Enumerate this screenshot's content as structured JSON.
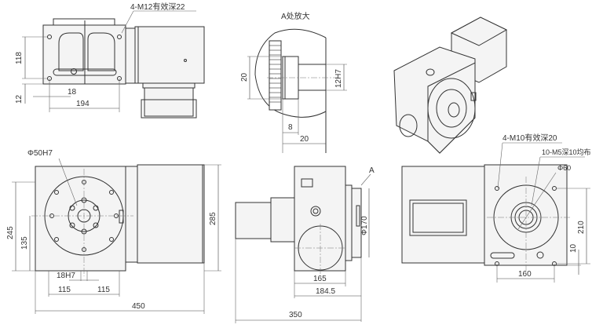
{
  "top_view": {
    "thread_note": "4-M12有效深22",
    "dim_118": "118",
    "dim_12": "12",
    "dim_18": "18",
    "dim_194": "194"
  },
  "detail_a": {
    "title": "A处放大",
    "dim_20_v": "20",
    "dim_12h7": "12H7",
    "dim_8": "8",
    "dim_20_h": "20"
  },
  "front_view": {
    "dim_50h7": "Φ50H7",
    "dim_245": "245",
    "dim_135": "135",
    "dim_285": "285",
    "dim_18h7": "18H7",
    "dim_115_l": "115",
    "dim_115_r": "115",
    "dim_450": "450"
  },
  "side_view": {
    "marker_a": "A",
    "dim_170": "Φ170",
    "dim_165": "165",
    "dim_184_5": "184.5",
    "dim_350": "350"
  },
  "right_view": {
    "thread_note": "4-M10有效深20",
    "hole_note": "10-M5深10均布",
    "dim_60": "Φ60",
    "dim_210": "210",
    "dim_10": "10",
    "dim_160": "160"
  }
}
